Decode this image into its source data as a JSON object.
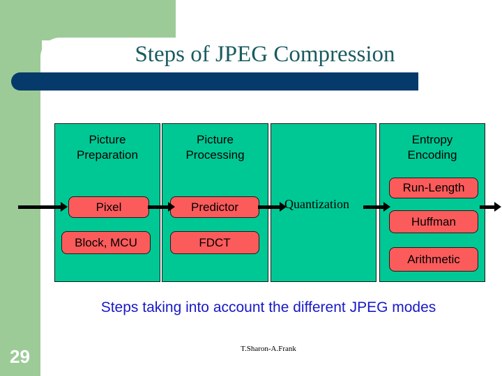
{
  "slide": {
    "title": "Steps of JPEG Compression",
    "caption": "Steps taking into account the different JPEG modes",
    "credit": "T.Sharon-A.Frank",
    "page_number": "29"
  },
  "colors": {
    "sidebar_green": "#9CCB97",
    "stage_green": "#00C894",
    "item_red": "#FC5B5B",
    "title_teal": "#1A5B60",
    "bar_blue": "#063A6B",
    "caption_blue": "#1818C8"
  },
  "diagram": {
    "stages": [
      {
        "title_line1": "Picture",
        "title_line2": "Preparation",
        "items": [
          {
            "label": "Pixel"
          },
          {
            "label": "Block, MCU"
          }
        ]
      },
      {
        "title_line1": "Picture",
        "title_line2": "Processing",
        "items": [
          {
            "label": "Predictor"
          },
          {
            "label": "FDCT"
          }
        ]
      },
      {
        "title_line1": "",
        "title_line2": "",
        "items": [],
        "plain_label": "Quantization"
      },
      {
        "title_line1": "Entropy",
        "title_line2": "Encoding",
        "items": [
          {
            "label": "Run-Length"
          },
          {
            "label": "Huffman"
          },
          {
            "label": "Arithmetic"
          }
        ]
      }
    ]
  }
}
